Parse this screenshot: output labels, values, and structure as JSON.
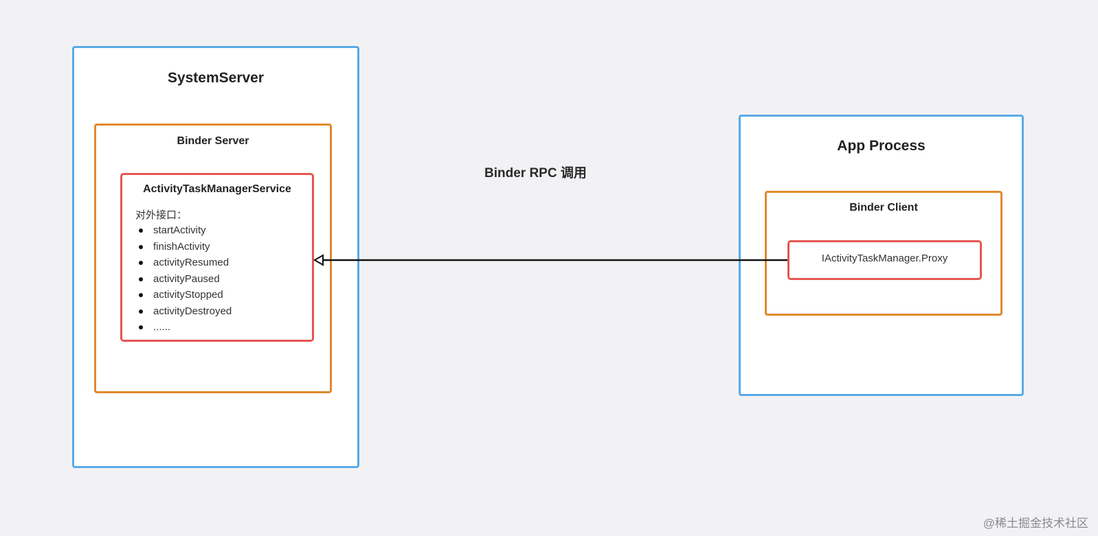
{
  "system_server": {
    "title": "SystemServer",
    "binder_server": {
      "title": "Binder Server",
      "service": {
        "title": "ActivityTaskManagerService",
        "interface_label": "对外接口：",
        "methods": [
          "startActivity",
          "finishActivity",
          "activityResumed",
          "activityPaused",
          "activityStopped",
          "activityDestroyed",
          "......"
        ]
      }
    }
  },
  "app_process": {
    "title": "App Process",
    "binder_client": {
      "title": "Binder Client",
      "proxy": "IActivityTaskManager.Proxy"
    }
  },
  "connection": {
    "label": "Binder RPC 调用"
  },
  "watermark": "@稀土掘金技术社区",
  "colors": {
    "background": "#f2f2f5",
    "process_border": "#5aaae6",
    "binder_border": "#e08a2c",
    "class_border": "#e65550",
    "arrow": "#111111"
  }
}
